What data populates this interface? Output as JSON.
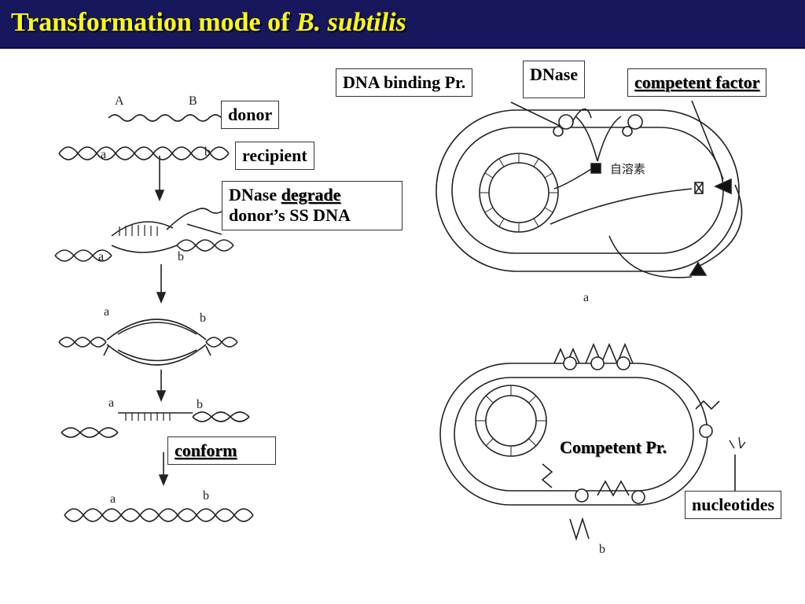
{
  "title": {
    "main": "Transformation mode of ",
    "italic": "B. subtilis"
  },
  "left_diagram": {
    "top_letters": [
      "A",
      "B"
    ],
    "strand_letters": [
      "a",
      "b"
    ]
  },
  "labels": {
    "donor": "donor",
    "recipient": "recipient",
    "dnase_degrade_prefix": "DNase ",
    "dnase_degrade_word": "degrade",
    "dnase_degrade_line2": "donor’s SS DNA",
    "conform": "conform",
    "dna_binding": "DNA binding Pr.",
    "dnase": "DNase",
    "competent_factor": "competent factor",
    "competent_pr": "Competent Pr.",
    "nucleotides": "nucleotides"
  },
  "right_diagram": {
    "autolysin_text": "自溶素",
    "panel_a_letter": "a",
    "panel_b_letter": "b"
  }
}
